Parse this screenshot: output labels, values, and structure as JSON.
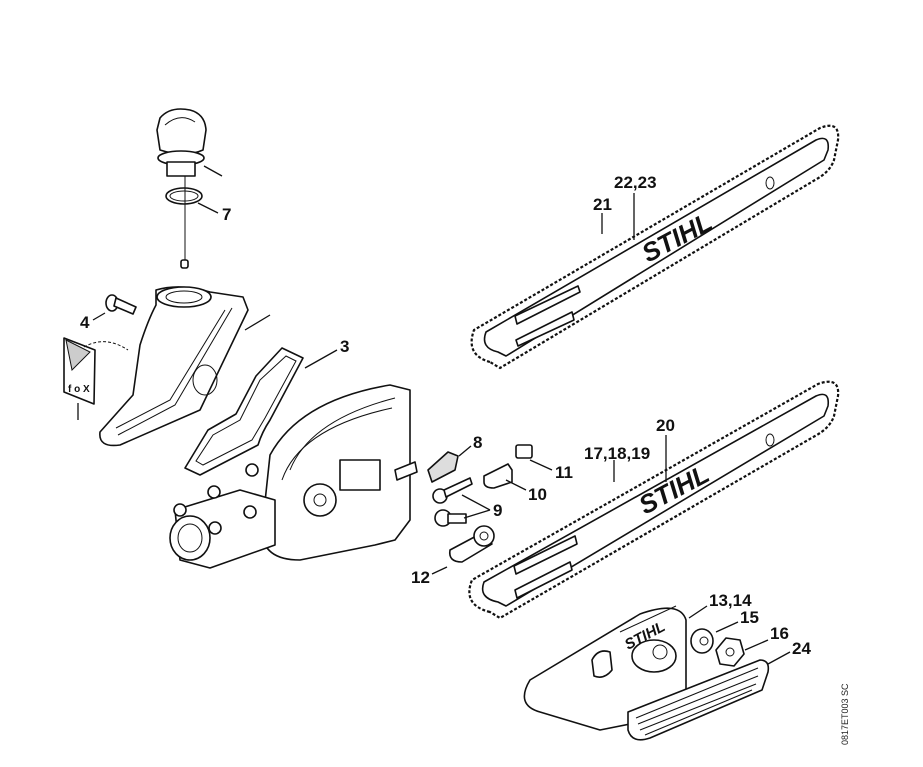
{
  "diagram": {
    "title": "Exploded parts view - gear head, guide bar and chain",
    "brand_logo_text": "STIHL",
    "reference_code": "0817ET003 SC",
    "callouts": [
      {
        "id": "c3",
        "label": "3"
      },
      {
        "id": "c4",
        "label": "4"
      },
      {
        "id": "c7",
        "label": "7"
      },
      {
        "id": "c8",
        "label": "8"
      },
      {
        "id": "c9",
        "label": "9"
      },
      {
        "id": "c10",
        "label": "10"
      },
      {
        "id": "c11",
        "label": "11"
      },
      {
        "id": "c12",
        "label": "12"
      },
      {
        "id": "c13",
        "label": "13,14"
      },
      {
        "id": "c15",
        "label": "15"
      },
      {
        "id": "c16",
        "label": "16"
      },
      {
        "id": "c17",
        "label": "17,18,19"
      },
      {
        "id": "c20",
        "label": "20"
      },
      {
        "id": "c21",
        "label": "21"
      },
      {
        "id": "c22",
        "label": "22,23"
      },
      {
        "id": "c24",
        "label": "24"
      }
    ],
    "parts": [
      "oil-tank-cap",
      "o-ring",
      "oil-tank-housing",
      "screw",
      "warning-label",
      "gasket",
      "gear-housing",
      "tensioner-slide",
      "tensioner-screws",
      "bracket",
      "clip",
      "tensioner-block",
      "sprocket-cover",
      "washer",
      "nut",
      "chain-guard-scabbard",
      "guide-bar-upper",
      "saw-chain-upper",
      "guide-bar-lower",
      "saw-chain-lower"
    ]
  }
}
